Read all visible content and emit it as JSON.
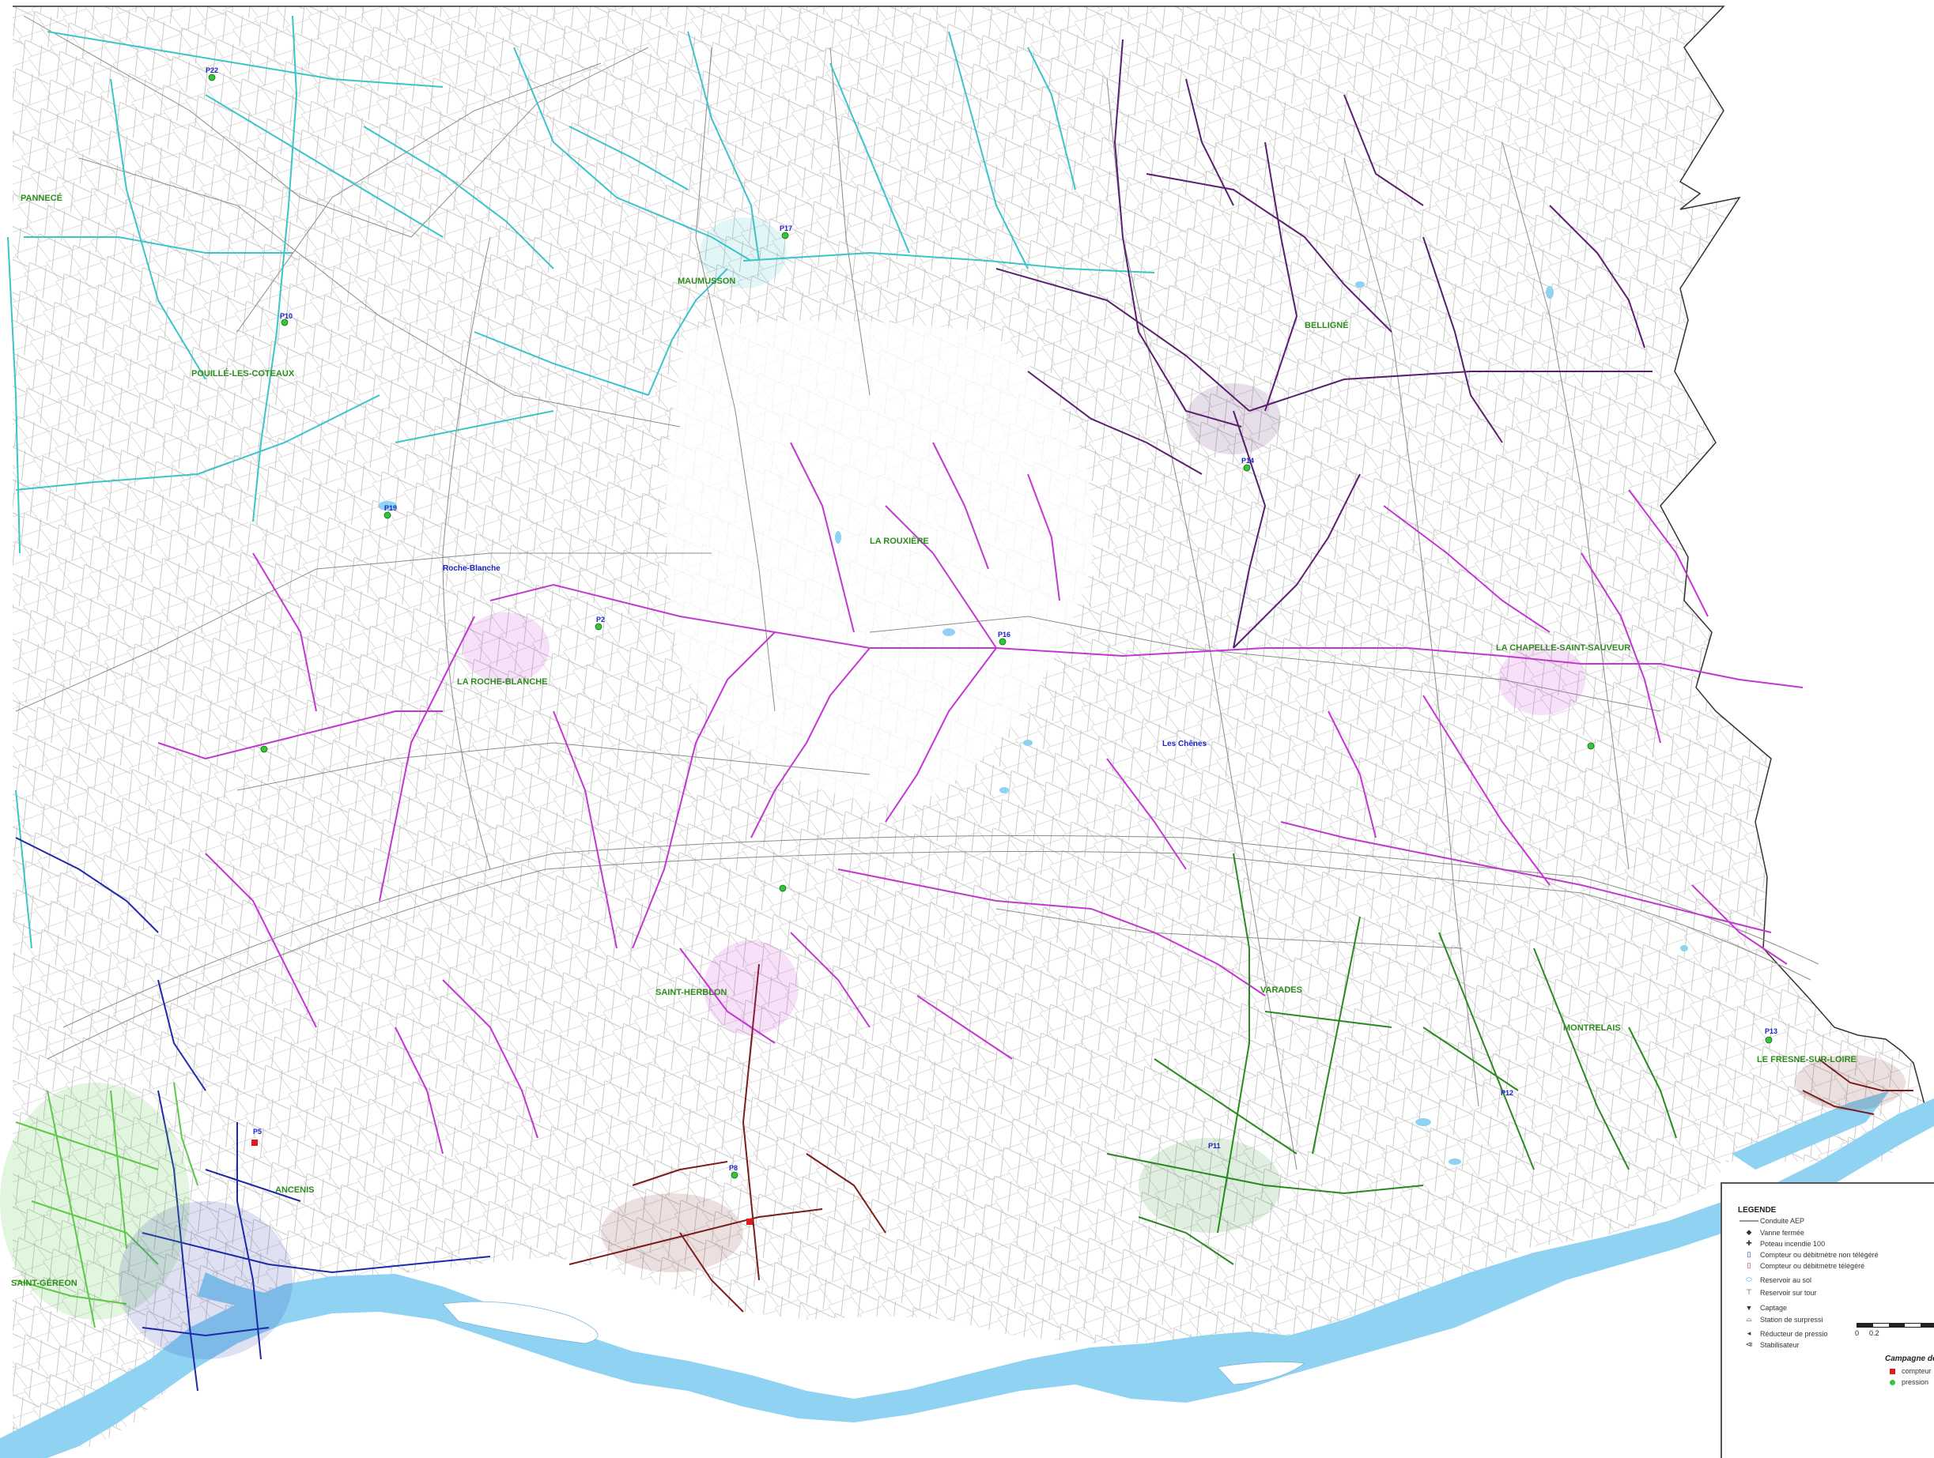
{
  "communes": [
    {
      "id": "panneced",
      "label": "PANNECÉ"
    },
    {
      "id": "pouille",
      "label": "POUILLÉ-LES-COTEAUX"
    },
    {
      "id": "maumusson",
      "label": "MAUMUSSON"
    },
    {
      "id": "belligne",
      "label": "BELLIGNÉ"
    },
    {
      "id": "rouxiere",
      "label": "LA ROUXIÈRE"
    },
    {
      "id": "rochemblanche",
      "label": "LA ROCHE-BLANCHE"
    },
    {
      "id": "chapelle",
      "label": "LA CHAPELLE-SAINT-SAUVEUR"
    },
    {
      "id": "saintherblon",
      "label": "SAINT-HERBLON"
    },
    {
      "id": "varades",
      "label": "VARADES"
    },
    {
      "id": "montrelais",
      "label": "MONTRELAIS"
    },
    {
      "id": "fresne",
      "label": "LE FRESNE-SUR-LOIRE"
    },
    {
      "id": "ancenis",
      "label": "ANCENIS"
    },
    {
      "id": "saintgereon",
      "label": "SAINT-GÉREON"
    }
  ],
  "places": [
    {
      "id": "rocheblanche-bourg",
      "label": "Roche-Blanche"
    },
    {
      "id": "les-chenes",
      "label": "Les Chênes"
    }
  ],
  "stations": [
    {
      "id": "p22",
      "label": "P22"
    },
    {
      "id": "p17",
      "label": "P17"
    },
    {
      "id": "p10",
      "label": "P10"
    },
    {
      "id": "p19",
      "label": "P19"
    },
    {
      "id": "p2",
      "label": "P2"
    },
    {
      "id": "p16",
      "label": "P16"
    },
    {
      "id": "p14",
      "label": "P14"
    },
    {
      "id": "p13",
      "label": "P13"
    },
    {
      "id": "p12",
      "label": "P12"
    },
    {
      "id": "p11",
      "label": "P11"
    },
    {
      "id": "p8",
      "label": "P8"
    },
    {
      "id": "p5",
      "label": "P5"
    }
  ],
  "legend": {
    "title": "LEGENDE",
    "items": [
      {
        "symbol": "line",
        "label": "Conduite AEP"
      },
      {
        "symbol": "vanne",
        "label": "Vanne fermée"
      },
      {
        "symbol": "poteau",
        "label": "Poteau incendie 100"
      },
      {
        "symbol": "compteur-non",
        "label": "Compteur ou débitmètre non télégéré"
      },
      {
        "symbol": "compteur-tele",
        "label": "Compteur ou débitmètre télégéré"
      },
      {
        "symbol": "reservoir-sol",
        "label": "Reservoir au sol"
      },
      {
        "symbol": "reservoir-tour",
        "label": "Reservoir sur tour"
      },
      {
        "symbol": "captage",
        "label": "Captage"
      },
      {
        "symbol": "surpression",
        "label": "Station de surpressi"
      },
      {
        "symbol": "reducteur",
        "label": "Réducteur de pressio"
      },
      {
        "symbol": "stabilisateur",
        "label": "Stabilisateur"
      }
    ],
    "campagne_title": "Campagne de m",
    "campagne_items": [
      {
        "symbol": "square",
        "color": "#e01b1b",
        "label": "compteur"
      },
      {
        "symbol": "circle",
        "color": "#36c43a",
        "label": "pression"
      }
    ],
    "scale_labels": [
      "0",
      "0.2"
    ]
  },
  "colors": {
    "river": "#8fd2f2",
    "network_cyan": "#3cc4c8",
    "network_magenta": "#c238d1",
    "network_purple": "#5a1f6e",
    "network_green": "#2a8a1f",
    "network_brown": "#7a1d1d",
    "network_blue": "#1e2aa8",
    "network_lightgreen": "#5ec84a",
    "parcel_line": "#9a9a9a",
    "commune_label": "#2e8b1e",
    "station_label": "#1a23c4"
  }
}
